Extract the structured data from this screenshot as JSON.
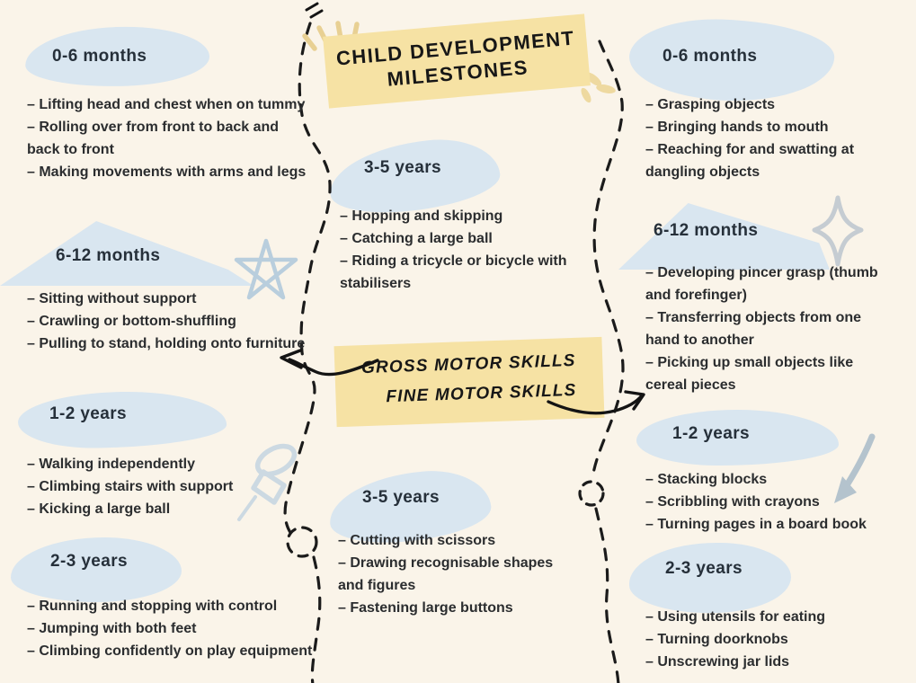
{
  "title": {
    "line1": "CHILD DEVELOPMENT",
    "line2": "MILESTONES"
  },
  "skills_banner": {
    "line1": "GROSS MOTOR SKILLS",
    "line2": "FINE MOTOR SKILLS"
  },
  "gross_motor": {
    "sections": [
      {
        "heading": "0-6 months",
        "items": [
          "– Lifting head and chest when on tummy",
          "– Rolling over from front to back and back to front",
          "– Making movements with arms and legs"
        ]
      },
      {
        "heading": "6-12 months",
        "items": [
          "– Sitting without support",
          "– Crawling or bottom-shuffling",
          "– Pulling to stand, holding onto furniture"
        ]
      },
      {
        "heading": "1-2 years",
        "items": [
          "– Walking independently",
          "– Climbing stairs with support",
          "– Kicking a large ball"
        ]
      },
      {
        "heading": "2-3 years",
        "items": [
          "– Running and stopping with control",
          "– Jumping with both feet",
          "– Climbing confidently on play equipment"
        ]
      },
      {
        "heading": "3-5 years",
        "items": [
          "– Hopping and skipping",
          "– Catching a large ball",
          "– Riding a tricycle or bicycle with stabilisers"
        ]
      }
    ]
  },
  "fine_motor": {
    "sections": [
      {
        "heading": "0-6 months",
        "items": [
          "– Grasping objects",
          "– Bringing hands to mouth",
          "– Reaching for and swatting at dangling objects"
        ]
      },
      {
        "heading": "6-12 months",
        "items": [
          "– Developing pincer grasp (thumb and forefinger)",
          "– Transferring objects from one hand to another",
          "– Picking up small objects like cereal pieces"
        ]
      },
      {
        "heading": "1-2 years",
        "items": [
          "– Stacking blocks",
          "– Scribbling with crayons",
          "– Turning pages in a board book"
        ]
      },
      {
        "heading": "2-3 years",
        "items": [
          "– Using utensils for eating",
          "– Turning doorknobs",
          "– Unscrewing jar lids"
        ]
      },
      {
        "heading": "3-5 years",
        "items": [
          "– Cutting with scissors",
          "– Drawing recognisable shapes and figures",
          "– Fastening large buttons"
        ]
      }
    ]
  },
  "colors": {
    "background": "#faf4e9",
    "blob_blue": "#d9e6f0",
    "banner_yellow": "#f6e2a4",
    "heading_text": "#26303a",
    "body_text": "#2b2d2f",
    "dash_black": "#1b1b1b",
    "sketch_blue": "#b9cedd",
    "sketch_gray": "#c5ccd2",
    "sparkle_yellow": "#e8d093"
  },
  "decorative_icons": [
    "dashed-wavy-divider-left",
    "dashed-wavy-divider-right",
    "dashed-loop-left",
    "dashed-loop-right",
    "star-sketch-icon",
    "pushpin-icon",
    "sparkle-burst-icon",
    "arrow-down-left-icon",
    "curved-arrow-left-icon",
    "curved-arrow-right-icon",
    "sparkle-dashes-icon",
    "sparkle-petals-icon"
  ]
}
